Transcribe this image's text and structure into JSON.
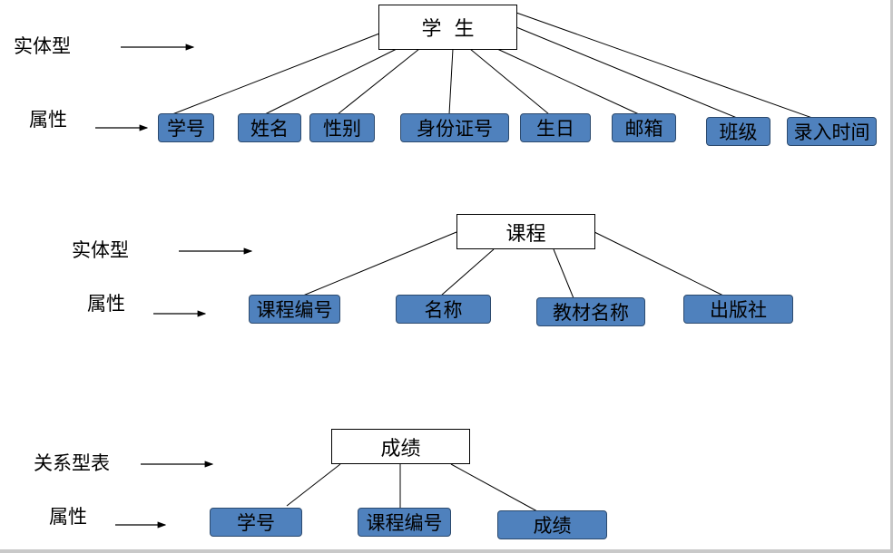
{
  "colors": {
    "attribute_fill": "#4f81bd",
    "attribute_border": "#2c4a6e",
    "entity_border": "#000000",
    "line": "#000000"
  },
  "sections": [
    {
      "type_label": "实体型",
      "attr_label": "属性",
      "entity": "学  生",
      "attributes": [
        "学号",
        "姓名",
        "性别",
        "身份证号",
        "生日",
        "邮箱",
        "班级",
        "录入时间"
      ]
    },
    {
      "type_label": "实体型",
      "attr_label": "属性",
      "entity": "课程",
      "attributes": [
        "课程编号",
        "名称",
        "教材名称",
        "出版社"
      ]
    },
    {
      "type_label": "关系型表",
      "attr_label": "属性",
      "entity": "成绩",
      "attributes": [
        "学号",
        "课程编号",
        "成绩"
      ]
    }
  ]
}
